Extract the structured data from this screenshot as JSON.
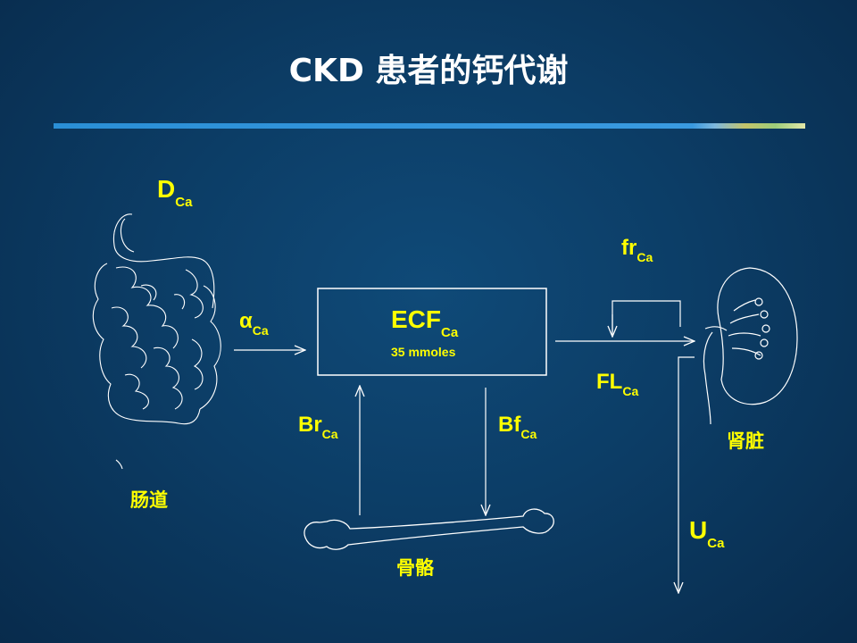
{
  "title": "CKD 患者的钙代谢",
  "labels": {
    "dca": {
      "main": "D",
      "sub": "Ca"
    },
    "aca": {
      "main": "α",
      "sub": "Ca"
    },
    "ecf": {
      "main": "ECF",
      "sub": "Ca",
      "amount": "35 mmoles"
    },
    "brca": {
      "main": "Br",
      "sub": "Ca"
    },
    "bfca": {
      "main": "Bf",
      "sub": "Ca"
    },
    "frca": {
      "main": "fr",
      "sub": "Ca"
    },
    "flca": {
      "main": "FL",
      "sub": "Ca"
    },
    "uca": {
      "main": "U",
      "sub": "Ca"
    }
  },
  "organs": {
    "intestine": "肠道",
    "bone": "骨骼",
    "kidney": "肾脏"
  },
  "icons": [
    "intestine-icon",
    "bone-icon",
    "kidney-icon"
  ],
  "colors": {
    "label": "#ffff00",
    "title": "#ffffff",
    "line": "#ffffff",
    "bar": "#2a8fd6"
  }
}
